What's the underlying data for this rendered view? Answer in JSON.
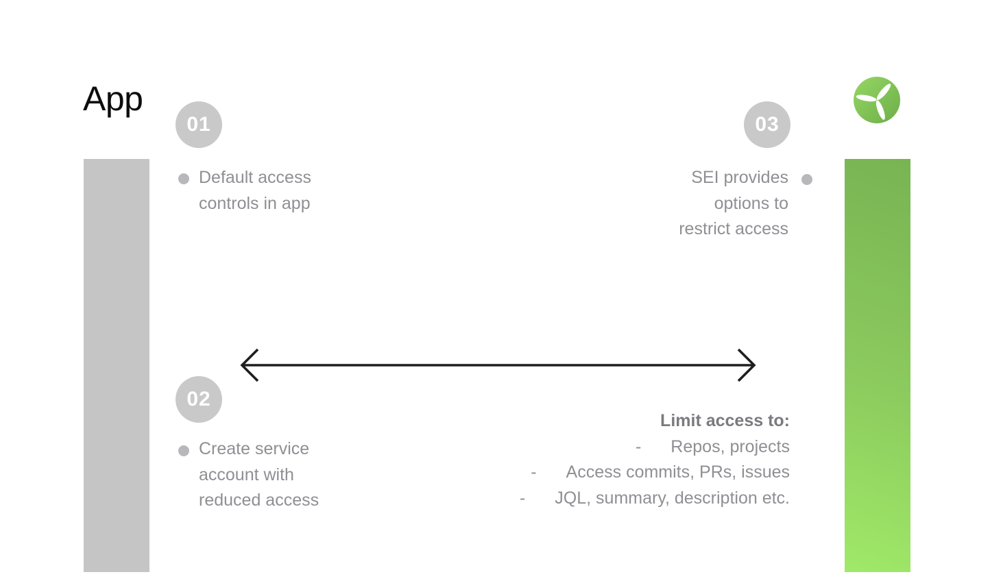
{
  "title": "App",
  "steps": [
    {
      "number": "01",
      "lines": [
        "Default access",
        "controls in app"
      ]
    },
    {
      "number": "02",
      "lines": [
        "Create service",
        "account with",
        "reduced access"
      ]
    },
    {
      "number": "03",
      "lines": [
        "SEI provides",
        "options to",
        "restrict access"
      ]
    }
  ],
  "limit": {
    "heading": "Limit access to:",
    "marker": "-",
    "items": [
      "Repos, projects",
      "Access commits, PRs, issues",
      "JQL, summary, description etc."
    ]
  },
  "icons": {
    "logo": "propeller-icon",
    "bullet": "dot-icon",
    "arrow": "double-headed-arrow-icon"
  },
  "colors": {
    "app_bar": "#c5c5c6",
    "sei_bar_top": "#78b453",
    "sei_bar_bottom": "#a0e968",
    "badge": "#c9c9c9",
    "badge_number": "#ffffff",
    "body_text": "#8f8f94",
    "heading_text": "#7a7a7f",
    "title_text": "#0d0d0d",
    "arrow": "#1e1e1e",
    "logo_green_light": "#97d765",
    "logo_green_dark": "#6cae48"
  }
}
